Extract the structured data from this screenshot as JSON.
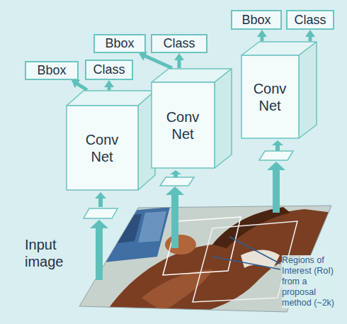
{
  "diagram": {
    "nodes": [
      {
        "text": [
          "Bbox"
        ]
      },
      {
        "text": [
          "Class"
        ]
      },
      {
        "text": [
          "Conv Net"
        ]
      },
      {
        "text": [
          "Bbox"
        ]
      },
      {
        "text": [
          "Class"
        ]
      },
      {
        "text": [
          "Conv Net"
        ]
      },
      {
        "text": [
          "Bbox"
        ]
      },
      {
        "text": [
          "Class"
        ]
      },
      {
        "text": [
          "Conv Net"
        ]
      }
    ],
    "edges": [
      {
        "from": 2,
        "to": 0,
        "arrow": "to"
      },
      {
        "from": 2,
        "to": 1,
        "arrow": "to"
      },
      {
        "from": 5,
        "to": 3,
        "arrow": "to"
      },
      {
        "from": 5,
        "to": 4,
        "arrow": "to"
      },
      {
        "from": 8,
        "to": 6,
        "arrow": "to"
      },
      {
        "from": 8,
        "to": 7,
        "arrow": "to"
      }
    ],
    "labels": [
      "Input image",
      "Regions of Interest (RoI) from a proposal method (~2k)"
    ]
  }
}
